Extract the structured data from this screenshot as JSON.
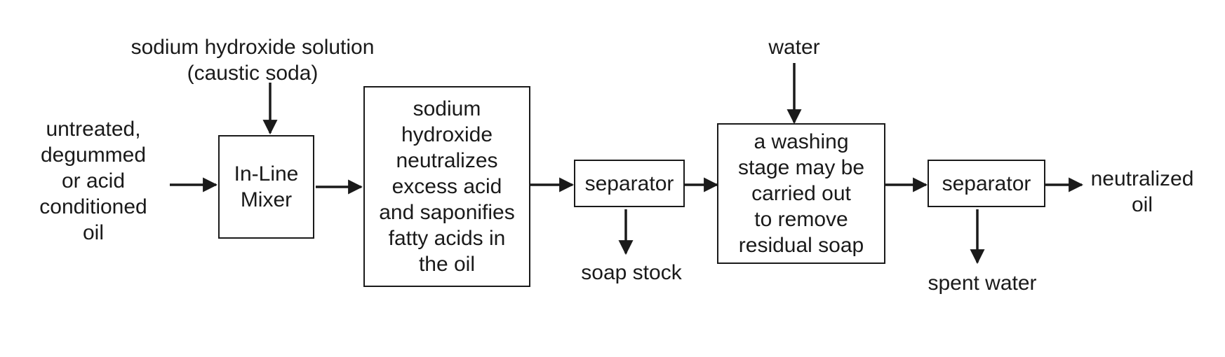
{
  "diagram": {
    "inputs": {
      "untreated_oil": "untreated,\ndegummed\nor acid\nconditioned\noil",
      "sodium_hydroxide": "sodium hydroxide solution\n(caustic soda)",
      "water": "water"
    },
    "boxes": {
      "mixer": "In-Line\nMixer",
      "neutralization": "sodium\nhydroxide\nneutralizes\nexcess acid\nand saponifies\nfatty acids in\nthe oil",
      "separator_1": "separator",
      "washing": "a washing\nstage may be\ncarried out\nto remove\nresidual soap",
      "separator_2": "separator"
    },
    "outputs": {
      "soap_stock": "soap stock",
      "spent_water": "spent water",
      "neutralized_oil": "neutralized\noil"
    }
  }
}
